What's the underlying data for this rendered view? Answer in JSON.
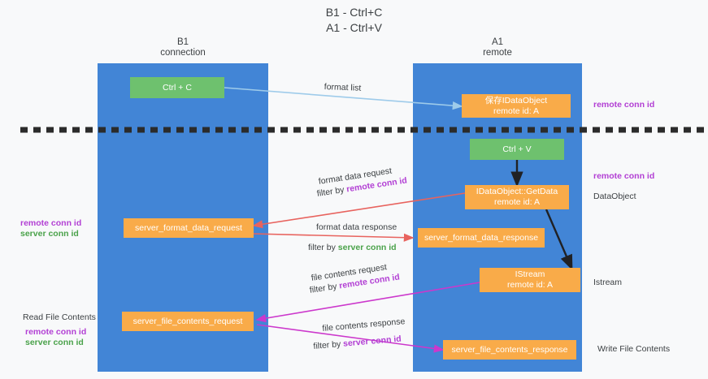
{
  "title": "B1 - Ctrl+C\nA1 - Ctrl+V",
  "lanes": [
    {
      "name": "b1",
      "title": "B1\nconnection"
    },
    {
      "name": "a1",
      "title": "A1\nremote"
    }
  ],
  "nodes": [
    {
      "id": "ctrl-c",
      "label": "Ctrl + C",
      "color": "#6ec16e"
    },
    {
      "id": "save-idataobject",
      "label": "保存IDataObject\nremote id: A",
      "color": "#f9ab49"
    },
    {
      "id": "ctrl-v",
      "label": "Ctrl + V",
      "color": "#6ec16e"
    },
    {
      "id": "idataobject-getdata",
      "label": "IDataObject::GetData\nremote id: A",
      "color": "#f9ab49"
    },
    {
      "id": "server-format-data-request",
      "label": "server_format_data_request",
      "color": "#f9ab49"
    },
    {
      "id": "server-format-data-response",
      "label": "server_format_data_response",
      "color": "#f9ab49"
    },
    {
      "id": "istream",
      "label": "IStream\nremote id: A",
      "color": "#f9ab49"
    },
    {
      "id": "server-file-contents-request",
      "label": "server_file_contents_request",
      "color": "#f9ab49"
    },
    {
      "id": "server-file-contents-response",
      "label": "server_file_contents_response",
      "color": "#f9ab49"
    }
  ],
  "flow_labels": {
    "format_list": "format list",
    "format_data_request": "format data request",
    "format_data_request_filter_prefix": "filter by ",
    "format_data_request_filter_key": "remote conn id",
    "format_data_response": "format data response",
    "format_data_response_filter_prefix": "filter by ",
    "format_data_response_filter_key": "server conn id",
    "file_contents_request": "file contents request",
    "file_contents_request_filter_prefix": "filter by ",
    "file_contents_request_filter_key": "remote conn id",
    "file_contents_response": "file contents response",
    "file_contents_response_filter_prefix": "filter by ",
    "file_contents_response_filter_key": "server conn id"
  },
  "left_labels": {
    "format_remote_conn_id": "remote conn id",
    "format_server_conn_id": "server conn id",
    "read_file_contents": "Read File Contents",
    "file_remote_conn_id": "remote conn id",
    "file_server_conn_id": "server conn id"
  },
  "right_labels": {
    "remote_conn_id_top": "remote conn id",
    "remote_conn_id_mid": "remote conn id",
    "dataobject": "DataObject",
    "istream": "Istream",
    "write_file_contents": "Write File Contents"
  },
  "colors": {
    "lane": "#4285d6",
    "green_node": "#6ec16e",
    "orange_node": "#f9ab49",
    "purple_text": "#b23fd4",
    "green_text": "#4aa24a",
    "arrow_light_blue": "#9ecbea",
    "arrow_red": "#e8635e",
    "arrow_magenta": "#cc38cc",
    "arrow_black": "#202124",
    "background": "#f8f9fa"
  }
}
